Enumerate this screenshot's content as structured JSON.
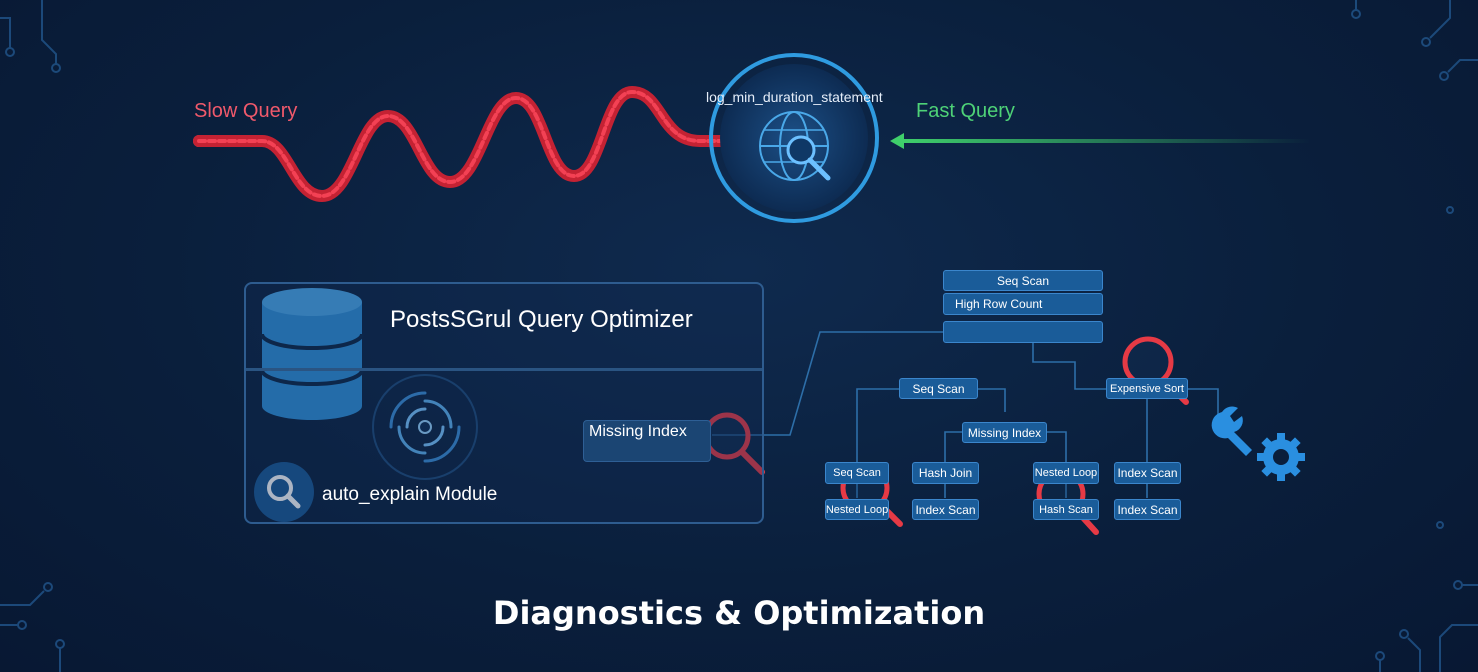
{
  "top_flow": {
    "slow_label": "Slow Query",
    "fast_label": "Fast Query",
    "threshold_label": "log_min_duration_statement"
  },
  "optimizer_panel": {
    "title": "PostsSGrul Query Optimizer",
    "module_label": "auto_explain Module",
    "missing_index_label": "Missing Index"
  },
  "plan_tree": {
    "top_stack": [
      "Seq Scan",
      "High Row Count",
      ""
    ],
    "level1": [
      "Seq Scan",
      "Expensive Sort"
    ],
    "level2": [
      "Missing Index"
    ],
    "level3": [
      "Seq Scan",
      "Hash Join",
      "Nested Loop",
      "Index Scan"
    ],
    "level4": [
      "Nested Loop",
      "Index Scan",
      "Hash Scan",
      "Index Scan"
    ]
  },
  "footer": {
    "title": "Diagnostics & Optimization"
  },
  "colors": {
    "background": "#0a1f3c",
    "slow": "#e8344f",
    "fast": "#3fcf6b",
    "accent_blue": "#2f9be0",
    "magnifier_red": "#e63a45"
  },
  "icons": [
    "globe-search-icon",
    "database-icon",
    "vortex-icon",
    "search-icon",
    "magnifier-icon",
    "wrench-icon",
    "gear-icon",
    "circuit-trace-icon"
  ]
}
